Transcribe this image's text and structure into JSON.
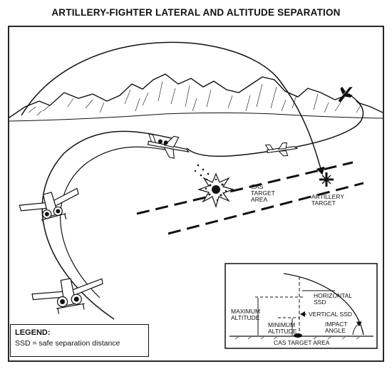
{
  "title": "ARTILLERY-FIGHTER LATERAL AND ALTITUDE SEPARATION",
  "labels": {
    "cas_target_area": [
      "CAS",
      "TARGET",
      "AREA"
    ],
    "artillery_target": [
      "ARTILLERY",
      "TARGET"
    ]
  },
  "inset": {
    "horizontal_ssd": [
      "HORIZONTAL",
      "SSD"
    ],
    "maximum_altitude": [
      "MAXIMUM",
      "ALTITUDE"
    ],
    "minimum_altitude": [
      "MINIMUM",
      "ALTITUDE"
    ],
    "vertical_ssd": "VERTICAL SSD",
    "impact_angle": [
      "IMPACT",
      "ANGLE"
    ],
    "cas_target_area": "CAS TARGET AREA"
  },
  "legend": {
    "heading": "LEGEND:",
    "definition": "SSD = safe separation distance"
  },
  "icons": [
    "fighter-aircraft-icon",
    "explosion-icon",
    "target-cross-icon",
    "arrow-icon"
  ],
  "colors": {
    "ink": "#111111",
    "paper": "#ffffff"
  }
}
